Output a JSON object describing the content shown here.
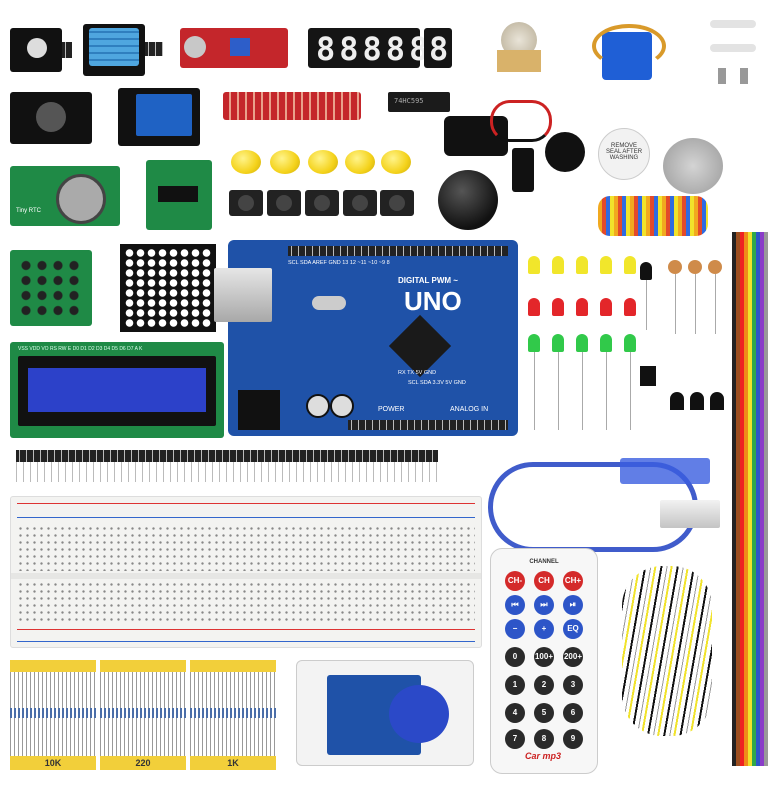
{
  "board": {
    "brand": "UNO",
    "header_top": "DIGITAL PWM ~",
    "power_label": "POWER",
    "analog_label": "ANALOG IN",
    "pin_labels_top": "SCL SDA AREF GND 13 12 ~11 ~10 ~9 8",
    "pin_labels_bottom": "RX TX 5V GND",
    "rail_labels": "SCL SDA 3.3V 5V GND"
  },
  "display": {
    "digits": "88888",
    "single_digit": "8"
  },
  "lcd": {
    "pin_label": "VSS VDD VO RS RW E D0 D1 D2 D3 D4 D5 D6 D7 A K"
  },
  "ic": {
    "text": "74HC595"
  },
  "buzzer": {
    "sticker_text": "REMOVE SEAL AFTER WASHING"
  },
  "rtc": {
    "label": "Tiny RTC"
  },
  "resistors": {
    "labels": [
      "10K",
      "220",
      "1K"
    ]
  },
  "remote": {
    "header": "CHANNEL",
    "rows": [
      [
        "CH-",
        "CH",
        "CH+"
      ],
      [
        "⏮",
        "⏭",
        "⏯"
      ],
      [
        "−",
        "+",
        "EQ"
      ],
      [
        "0",
        "100+",
        "200+"
      ],
      [
        "1",
        "2",
        "3"
      ],
      [
        "4",
        "5",
        "6"
      ],
      [
        "7",
        "8",
        "9"
      ]
    ],
    "brand": "Car mp3",
    "colors": {
      "red": "#d42a2a",
      "blue": "#2d55c8",
      "dark": "#2a2a2a"
    }
  },
  "colors": {
    "uno_blue": "#1f52a8",
    "module_green": "#1f8a46",
    "module_red": "#c4262b",
    "led_yellow": "#f1e62b",
    "led_red": "#e3262a",
    "led_green": "#31c94a"
  }
}
